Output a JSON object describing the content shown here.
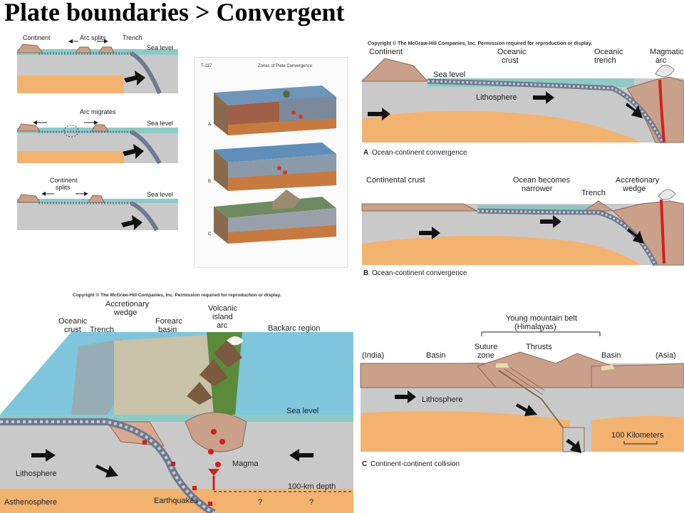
{
  "title": "Plate boundaries > Convergent",
  "colors": {
    "ocean": "#8fc9c4",
    "crust": "#c9a08a",
    "lithosphere": "#c9c9c9",
    "asthenosphere": "#f2b370",
    "slab_stripe": "#7f8aa0",
    "magma": "#d21f1f"
  },
  "arc_panel": {
    "row1": {
      "continent": "Continent",
      "arc_splits": "Arc splits",
      "trench": "Trench",
      "sea_level": "Sea level"
    },
    "row2": {
      "arc_migrates": "Arc migrates",
      "sea_level": "Sea level"
    },
    "row3": {
      "continent_splits_1": "Continent",
      "continent_splits_2": "splits",
      "sea_level": "Sea level"
    }
  },
  "transparency": {
    "code": "T-137",
    "heading": "Zones of Plate Convergence",
    "labels": [
      "A.",
      "B.",
      "C."
    ]
  },
  "panel_a": {
    "copyright": "Copyright © The McGraw-Hill Companies, Inc. Permission required for reproduction or display.",
    "continent": "Continent",
    "oceanic_crust_1": "Oceanic",
    "oceanic_crust_2": "crust",
    "oceanic_trench_1": "Oceanic",
    "oceanic_trench_2": "trench",
    "magmatic_arc_1": "Magmatic",
    "magmatic_arc_2": "arc",
    "sea_level": "Sea level",
    "lithosphere": "Lithosphere",
    "caption_letter": "A",
    "caption": "Ocean-continent convergence"
  },
  "panel_b": {
    "continental_crust": "Continental crust",
    "ocean_narrower_1": "Ocean becomes",
    "ocean_narrower_2": "narrower",
    "trench": "Trench",
    "accretionary_1": "Accretionary",
    "accretionary_2": "wedge",
    "caption_letter": "B",
    "caption": "Ocean-continent convergence"
  },
  "island_arc": {
    "copyright": "Copyright © The McGraw-Hill Companies, Inc. Permission required for reproduction or display.",
    "accretionary_1": "Accretionary",
    "accretionary_2": "wedge",
    "oceanic_crust_1": "Oceanic",
    "oceanic_crust_2": "crust",
    "trench": "Trench",
    "forearc_1": "Forearc",
    "forearc_2": "basin",
    "volcanic_1": "Volcanic",
    "volcanic_2": "island",
    "volcanic_3": "arc",
    "backarc": "Backarc region",
    "sea_level": "Sea level",
    "lithosphere": "Lithosphere",
    "magma": "Magma",
    "asthenosphere": "Asthenosphere",
    "earthquakes": "Earthquakes",
    "depth": "100-km depth",
    "q1": "?",
    "q2": "?"
  },
  "panel_c": {
    "young_belt_1": "Young mountain belt",
    "young_belt_2": "(Himalayas)",
    "india": "(India)",
    "basin_left": "Basin",
    "suture_1": "Suture",
    "suture_2": "zone",
    "thrusts": "Thrusts",
    "basin_right": "Basin",
    "asia": "(Asia)",
    "lithosphere": "Lithosphere",
    "scale": "100 Kilometers",
    "caption_letter": "C",
    "caption": "Continent-continent collision"
  }
}
